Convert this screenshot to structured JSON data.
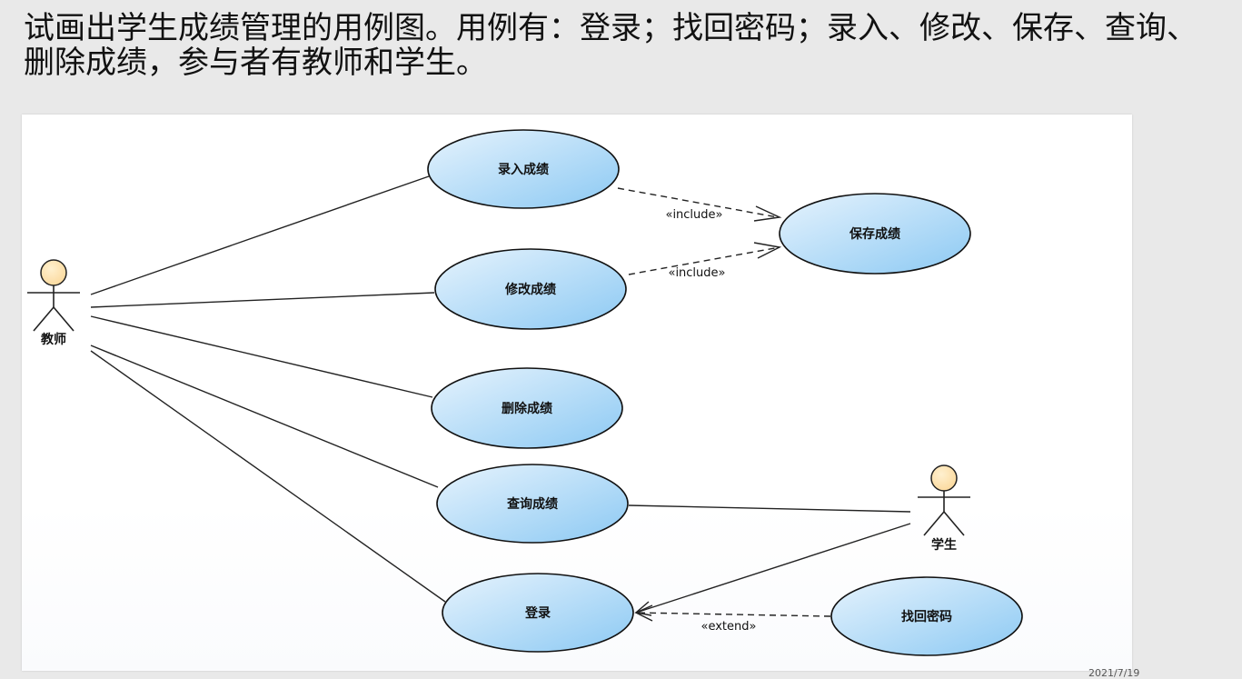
{
  "question": {
    "line1": "试画出学生成绩管理的用例图。用例有：登录；找回密码；录入、修改、保存、查询、",
    "line2": "删除成绩，参与者有教师和学生。"
  },
  "diagram": {
    "actors": {
      "teacher": "教师",
      "student": "学生"
    },
    "use_cases": {
      "enter_scores": "录入成绩",
      "modify_scores": "修改成绩",
      "save_scores": "保存成绩",
      "delete_scores": "删除成绩",
      "query_scores": "查询成绩",
      "login": "登录",
      "recover_password": "找回密码"
    },
    "stereotypes": {
      "include_1": "«include»",
      "include_2": "«include»",
      "extend": "«extend»"
    },
    "colors": {
      "usecase_fill_light": "#e6f3fd",
      "usecase_fill_dark": "#8cc9f3",
      "usecase_stroke": "#111111",
      "actor_head_fill": "#fbd99c"
    }
  },
  "footer": {
    "date": "2021/7/19"
  }
}
